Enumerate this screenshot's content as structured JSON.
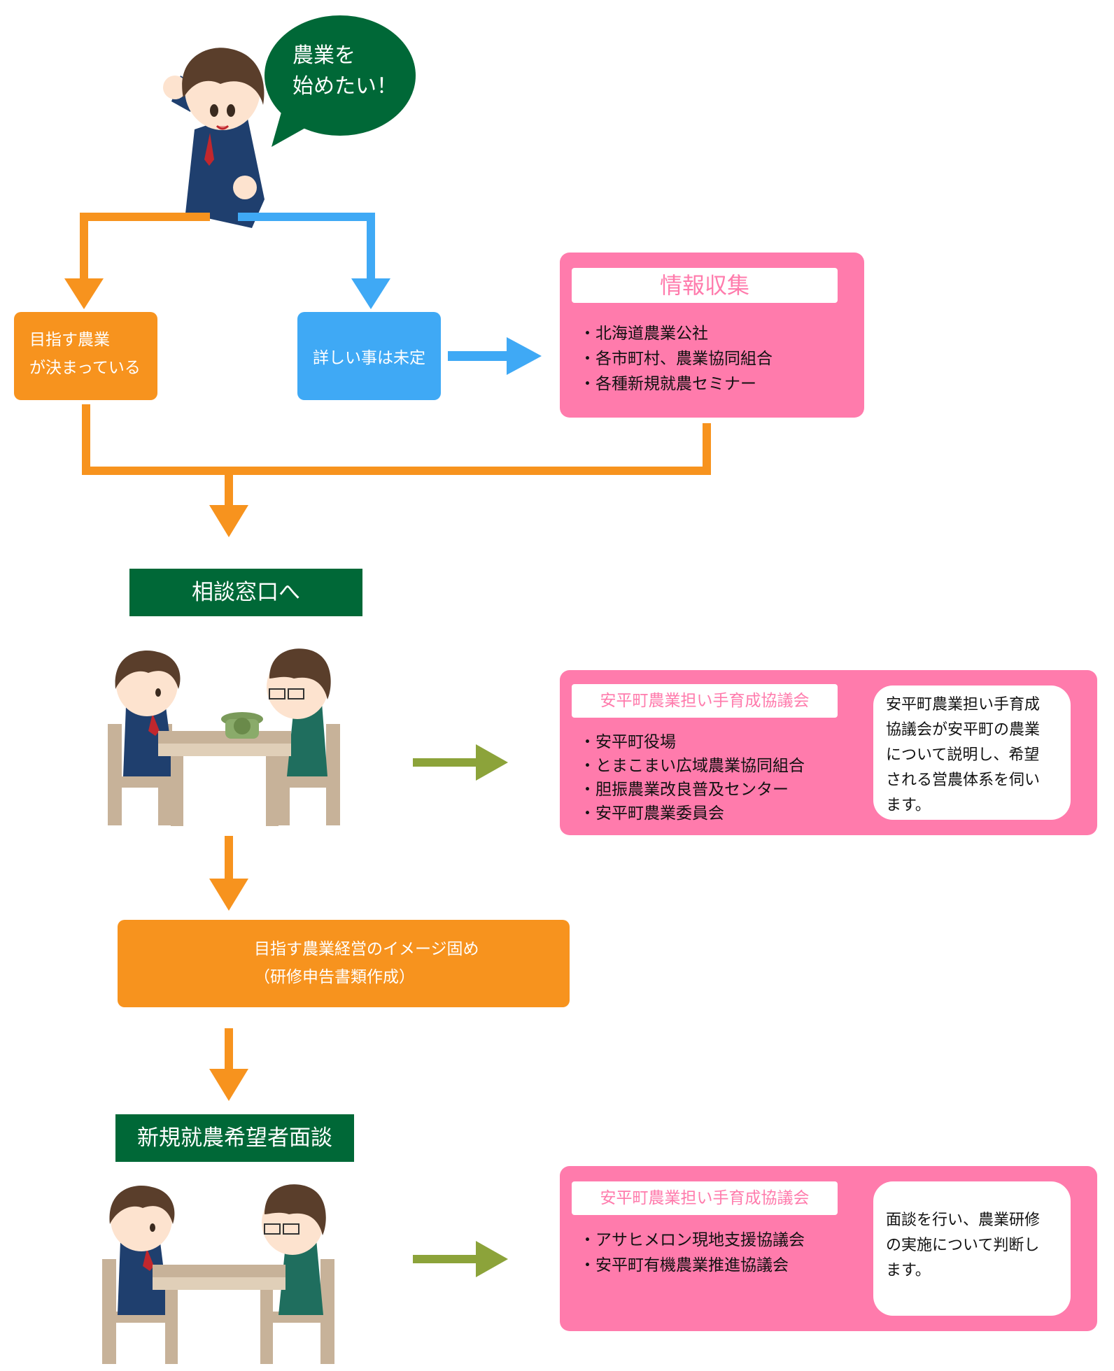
{
  "speech_bubble": {
    "line1": "農業を",
    "line2": "始めたい！"
  },
  "decided_box": {
    "line1": "目指す農業",
    "line2": "が決まっている"
  },
  "undecided_box": {
    "label": "詳しい事は未定"
  },
  "info_panel": {
    "title": "情報収集",
    "items": [
      "・北海道農業公社",
      "・各市町村、農業協同組合",
      "・各種新規就農セミナー"
    ]
  },
  "consult_banner": {
    "label": "相談窓口へ"
  },
  "council_panel_1": {
    "title": "安平町農業担い手育成協議会",
    "items": [
      "・安平町役場",
      "・とまこまい広域農業協同組合",
      "・胆振農業改良普及センター",
      "・安平町農業委員会"
    ],
    "note": [
      "安平町農業担い手育成",
      "協議会が安平町の農業",
      "について説明し、希望",
      "される営農体系を伺い",
      "ます。"
    ]
  },
  "image_box": {
    "line1": "目指す農業経営のイメージ固め",
    "line2": "（研修申告書類作成）"
  },
  "interview_banner": {
    "label": "新規就農希望者面談"
  },
  "council_panel_2": {
    "title": "安平町農業担い手育成協議会",
    "items": [
      "・アサヒメロン現地支援協議会",
      "・安平町有機農業推進協議会"
    ],
    "note": [
      "面談を行い、農業研修",
      "の実施について判断し",
      "ます。"
    ]
  },
  "colors": {
    "orange": "#f7931e",
    "blue": "#3fa9f5",
    "pink": "#ff7bac",
    "dark_green": "#006837",
    "olive_arrow": "#8ca33a",
    "suit": "#1f3f6e"
  }
}
